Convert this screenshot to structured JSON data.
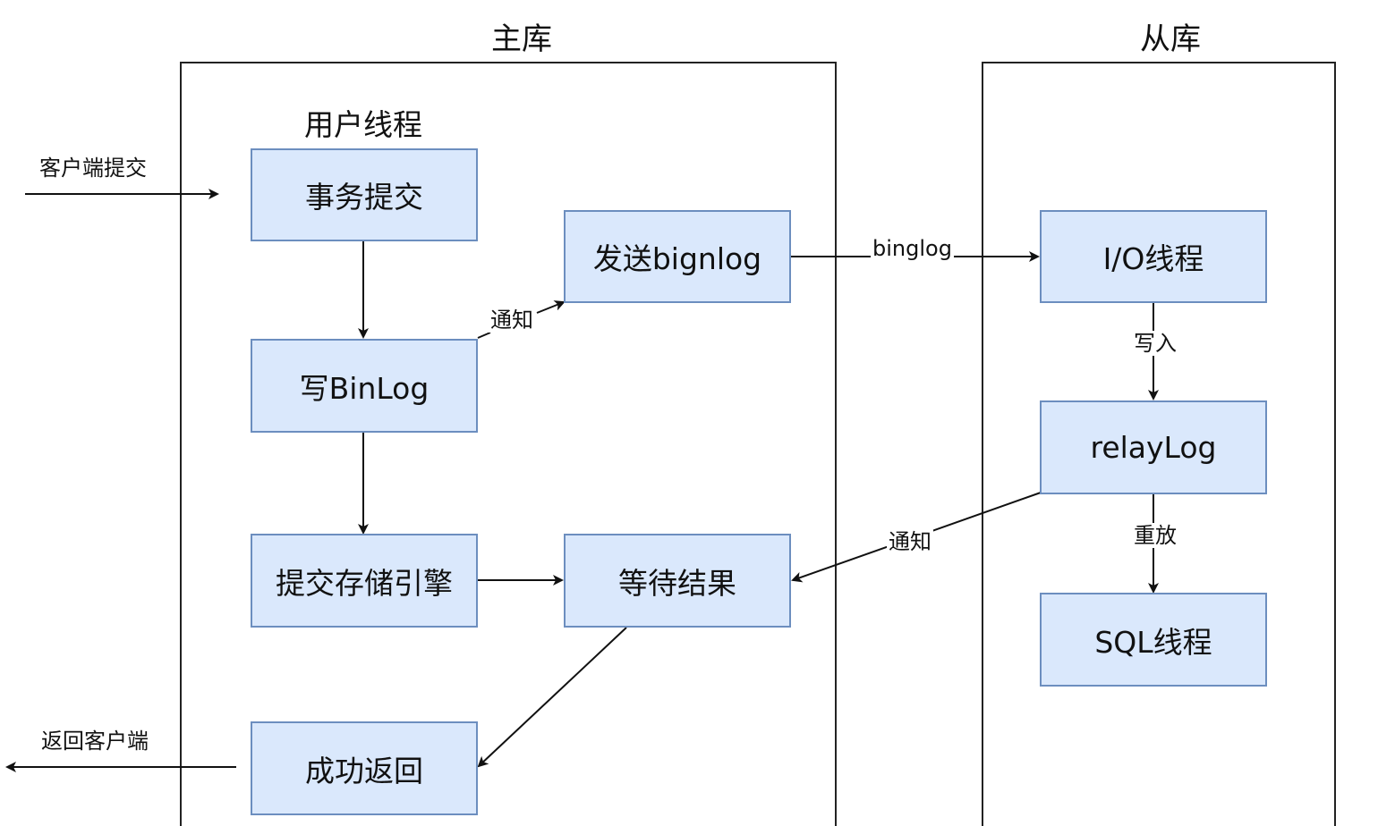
{
  "containers": {
    "master": {
      "title": "主库"
    },
    "slave": {
      "title": "从库"
    }
  },
  "group_label": "用户线程",
  "nodes": {
    "commit_tx": "事务提交",
    "write_binlog": "写BinLog",
    "send_binlog": "发送bignlog",
    "commit_engine": "提交存储引擎",
    "wait_result": "等待结果",
    "return_success": "成功返回",
    "io_thread": "I/O线程",
    "relay_log": "relayLog",
    "sql_thread": "SQL线程"
  },
  "edge_labels": {
    "client_commit": "客户端提交",
    "return_client": "返回客户端",
    "notify_send": "通知",
    "binlog": "binglog",
    "write_in": "写入",
    "replay": "重放",
    "notify_wait": "通知"
  },
  "colors": {
    "node_fill": "#dae8fc",
    "node_border": "#6c8ebf",
    "line": "#111111"
  }
}
